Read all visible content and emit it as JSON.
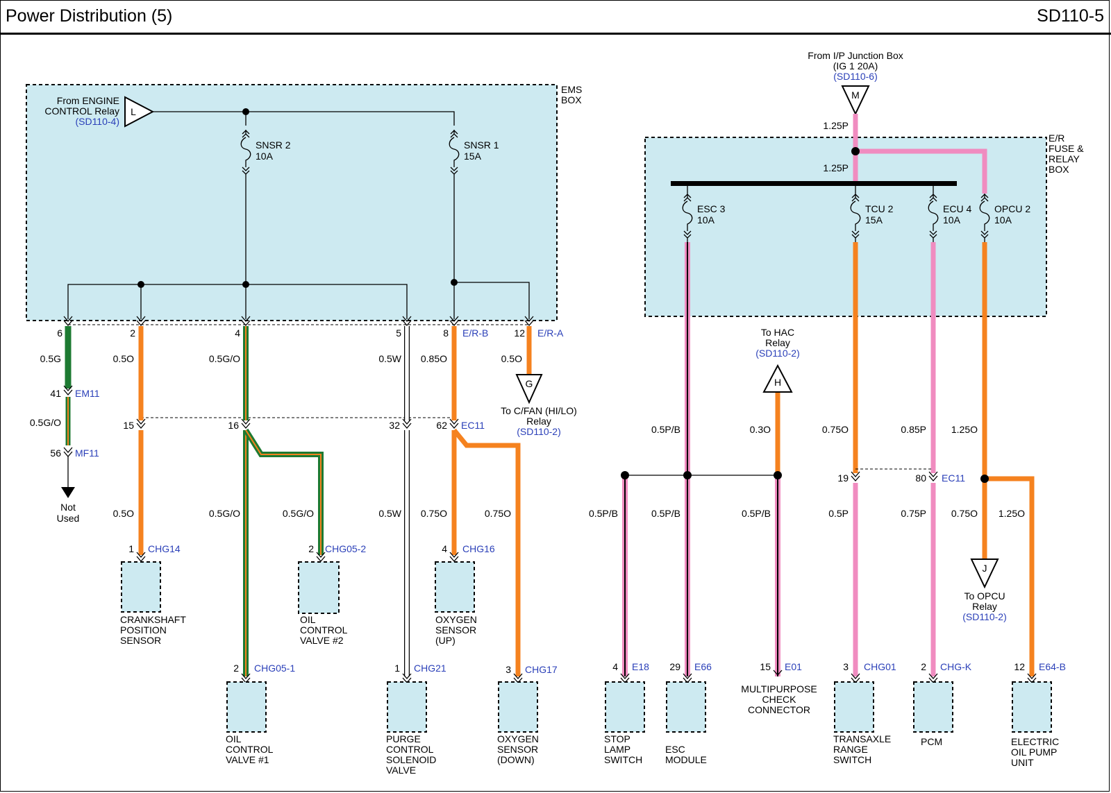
{
  "header": {
    "title": "Power Distribution (5)",
    "code": "SD110-5"
  },
  "colors": {
    "orange": "#f5821f",
    "green": "#1d7a32",
    "pink": "#f08cc0",
    "box": "#cdeaf1",
    "link": "#2a3fb8"
  },
  "ems": {
    "box_label": [
      "EMS",
      "BOX"
    ],
    "source": {
      "label": [
        "From ENGINE",
        "CONTROL Relay"
      ],
      "ref": "(SD110-4)",
      "terminal": "L"
    },
    "fuses": [
      {
        "name": "SNSR 2",
        "rating": "10A"
      },
      {
        "name": "SNSR 1",
        "rating": "15A"
      }
    ],
    "pins": [
      "6",
      "2",
      "4",
      "5",
      "8",
      "12"
    ],
    "pin_tags": [
      "E/R-B",
      "E/R-A"
    ]
  },
  "er": {
    "box_label": [
      "E/R",
      "FUSE &",
      "RELAY",
      "BOX"
    ],
    "source": {
      "label": [
        "From I/P Junction Box",
        "(IG 1 20A)"
      ],
      "ref": "(SD110-6)",
      "terminal": "M"
    },
    "feed_wires": [
      "1.25P",
      "1.25P"
    ],
    "fuses": [
      {
        "name": "ESC 3",
        "rating": "10A"
      },
      {
        "name": "TCU 2",
        "rating": "15A"
      },
      {
        "name": "ECU 4",
        "rating": "10A"
      },
      {
        "name": "OPCU 2",
        "rating": "10A"
      }
    ]
  },
  "wires": {
    "w6": [
      "0.5G",
      "0.5G/O"
    ],
    "w2": [
      "0.5O",
      "0.5O"
    ],
    "w4": [
      "0.5G/O",
      "0.5G/O",
      "0.5G/O"
    ],
    "w5": [
      "0.5W",
      "0.5W"
    ],
    "w8": [
      "0.85O",
      "0.75O",
      "0.75O"
    ],
    "w12": [
      "0.5O"
    ],
    "esc": [
      "0.5P/B",
      "0.5P/B",
      "0.5P/B",
      "0.5P/B"
    ],
    "hac": [
      "0.3O"
    ],
    "tcu": [
      "0.75O",
      "0.5P"
    ],
    "ecu": [
      "0.85P",
      "0.75P"
    ],
    "opcu": [
      "1.25O",
      "0.75O",
      "1.25O"
    ]
  },
  "inline": {
    "em11": {
      "pin_a": "41",
      "pin_b": "56",
      "id_a": "EM11",
      "id_b": "MF11"
    },
    "ec11_left": {
      "pins": [
        "15",
        "16",
        "32",
        "62"
      ],
      "id": "EC11"
    },
    "ec11_right": {
      "pins": [
        "19",
        "80"
      ],
      "id": "EC11"
    }
  },
  "not_used": [
    "Not",
    "Used"
  ],
  "relays": {
    "g": {
      "terminal": "G",
      "label": [
        "To C/FAN (HI/LO)",
        "Relay"
      ],
      "ref": "(SD110-2)"
    },
    "h": {
      "terminal": "H",
      "label": [
        "To HAC",
        "Relay"
      ],
      "ref": "(SD110-2)"
    },
    "j": {
      "terminal": "J",
      "label": [
        "To OPCU",
        "Relay"
      ],
      "ref": "(SD110-2)"
    }
  },
  "components": [
    {
      "pin": "1",
      "id": "CHG14",
      "name": [
        "CRANKSHAFT",
        "POSITION",
        "SENSOR"
      ]
    },
    {
      "pin": "2",
      "id": "CHG05-2",
      "name": [
        "OIL",
        "CONTROL",
        "VALVE #2"
      ]
    },
    {
      "pin": "4",
      "id": "CHG16",
      "name": [
        "OXYGEN",
        "SENSOR",
        "(UP)"
      ]
    },
    {
      "pin": "2",
      "id": "CHG05-1",
      "name": [
        "OIL",
        "CONTROL",
        "VALVE #1"
      ]
    },
    {
      "pin": "1",
      "id": "CHG21",
      "name": [
        "PURGE",
        "CONTROL",
        "SOLENOID",
        "VALVE"
      ]
    },
    {
      "pin": "3",
      "id": "CHG17",
      "name": [
        "OXYGEN",
        "SENSOR",
        "(DOWN)"
      ]
    },
    {
      "pin": "4",
      "id": "E18",
      "name": [
        "STOP",
        "LAMP",
        "SWITCH"
      ]
    },
    {
      "pin": "29",
      "id": "E66",
      "name": [
        "ESC",
        "MODULE"
      ]
    },
    {
      "pin": "15",
      "id": "E01",
      "name": [
        "MULTIPURPOSE",
        "CHECK",
        "CONNECTOR"
      ]
    },
    {
      "pin": "3",
      "id": "CHG01",
      "name": [
        "TRANSAXLE",
        "RANGE",
        "SWITCH"
      ]
    },
    {
      "pin": "2",
      "id": "CHG-K",
      "name": [
        "PCM"
      ]
    },
    {
      "pin": "12",
      "id": "E64-B",
      "name": [
        "ELECTRIC",
        "OIL PUMP",
        "UNIT"
      ]
    }
  ]
}
